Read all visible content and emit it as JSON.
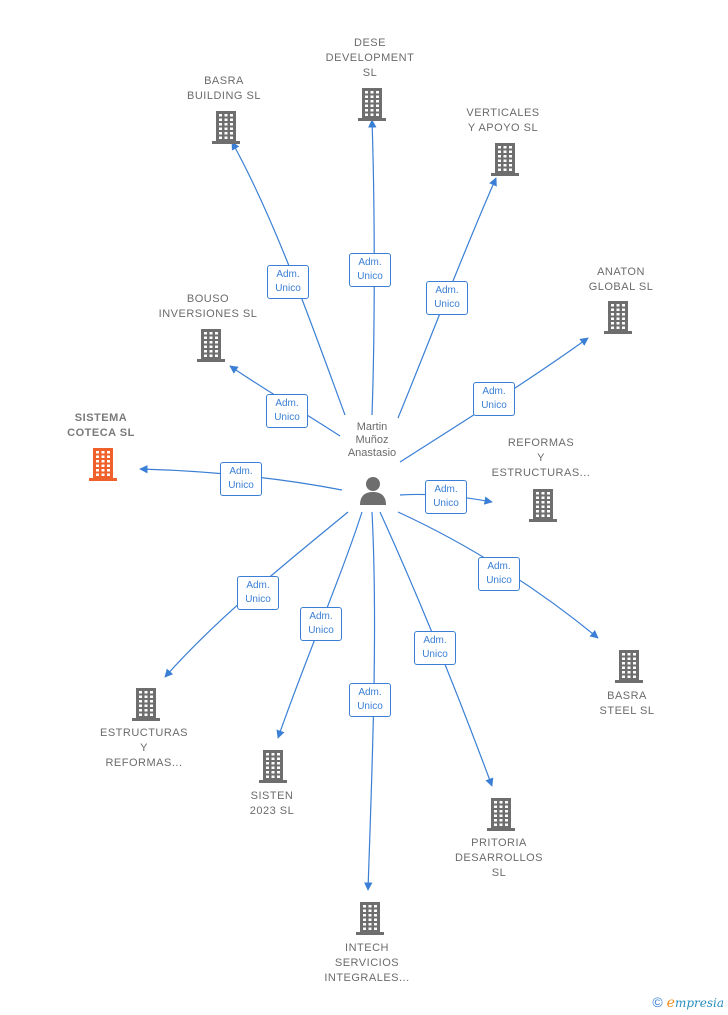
{
  "center": {
    "label": "Martin\nMuñoz\nAnastasio",
    "icon": "person-icon"
  },
  "relation_label": "Adm.\nUnico",
  "colors": {
    "edge": "#3a7fd5",
    "building": "#6e6e6e",
    "highlight": "#f0602a"
  },
  "nodes": [
    {
      "id": "dese-development",
      "label": "DESE\nDEVELOPMENT\nSL",
      "highlight": false
    },
    {
      "id": "basra-building",
      "label": "BASRA\nBUILDING  SL",
      "highlight": false
    },
    {
      "id": "verticales-apoyo",
      "label": "VERTICALES\nY APOYO  SL",
      "highlight": false
    },
    {
      "id": "anaton-global",
      "label": "ANATON\nGLOBAL  SL",
      "highlight": false
    },
    {
      "id": "bouso-inversiones",
      "label": "BOUSO\nINVERSIONES SL",
      "highlight": false
    },
    {
      "id": "sistema-coteca",
      "label": "SISTEMA\nCOTECA  SL",
      "highlight": true
    },
    {
      "id": "reformas-estructuras",
      "label": "REFORMAS\nY\nESTRUCTURAS...",
      "highlight": false
    },
    {
      "id": "basra-steel",
      "label": "BASRA\nSTEEL  SL",
      "highlight": false
    },
    {
      "id": "estructuras-reformas",
      "label": "ESTRUCTURAS\nY\nREFORMAS...",
      "highlight": false
    },
    {
      "id": "sisten-2023",
      "label": "SISTEN\n2023  SL",
      "highlight": false
    },
    {
      "id": "pritoria-desarrollos",
      "label": "PRITORIA\nDESARROLLOS\nSL",
      "highlight": false
    },
    {
      "id": "intech-servicios",
      "label": "INTECH\nSERVICIOS\nINTEGRALES...",
      "highlight": false
    }
  ],
  "footer": {
    "copyright_symbol": "©",
    "brand_first": "e",
    "brand_rest": "mpresia"
  }
}
